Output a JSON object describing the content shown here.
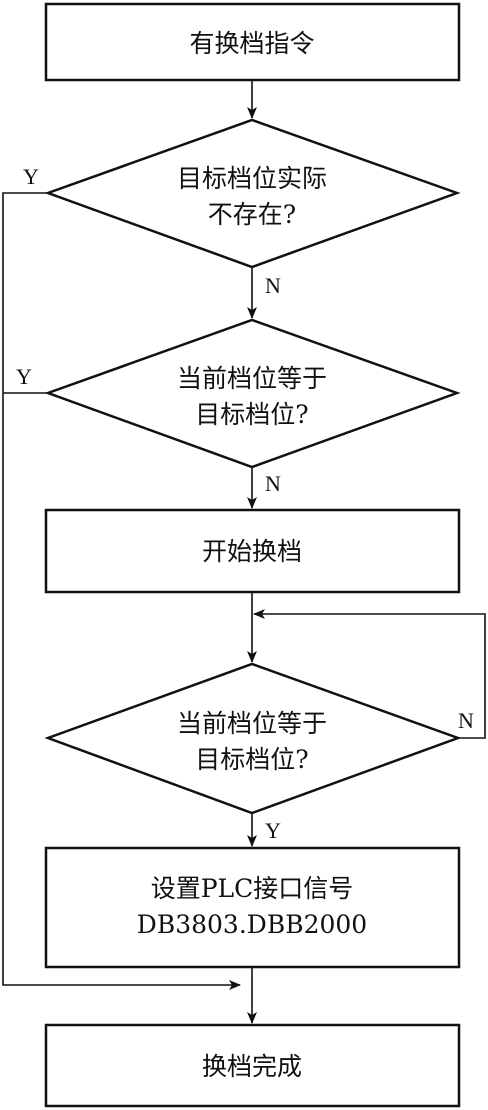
{
  "nodes": {
    "start": {
      "lines": [
        "有换档指令"
      ]
    },
    "check_target_exists": {
      "lines": [
        "目标档位实际",
        "不存在?"
      ]
    },
    "check_current_equals_target_1": {
      "lines": [
        "当前档位等于",
        "目标档位?"
      ]
    },
    "begin_shift": {
      "lines": [
        "开始换档"
      ]
    },
    "check_current_equals_target_2": {
      "lines": [
        "当前档位等于",
        "目标档位?"
      ]
    },
    "set_plc_signal": {
      "lines": [
        "设置PLC接口信号",
        "DB3803.DBB2000"
      ]
    },
    "shift_complete": {
      "lines": [
        "换档完成"
      ]
    }
  },
  "labels": {
    "yes": "Y",
    "no": "N"
  }
}
